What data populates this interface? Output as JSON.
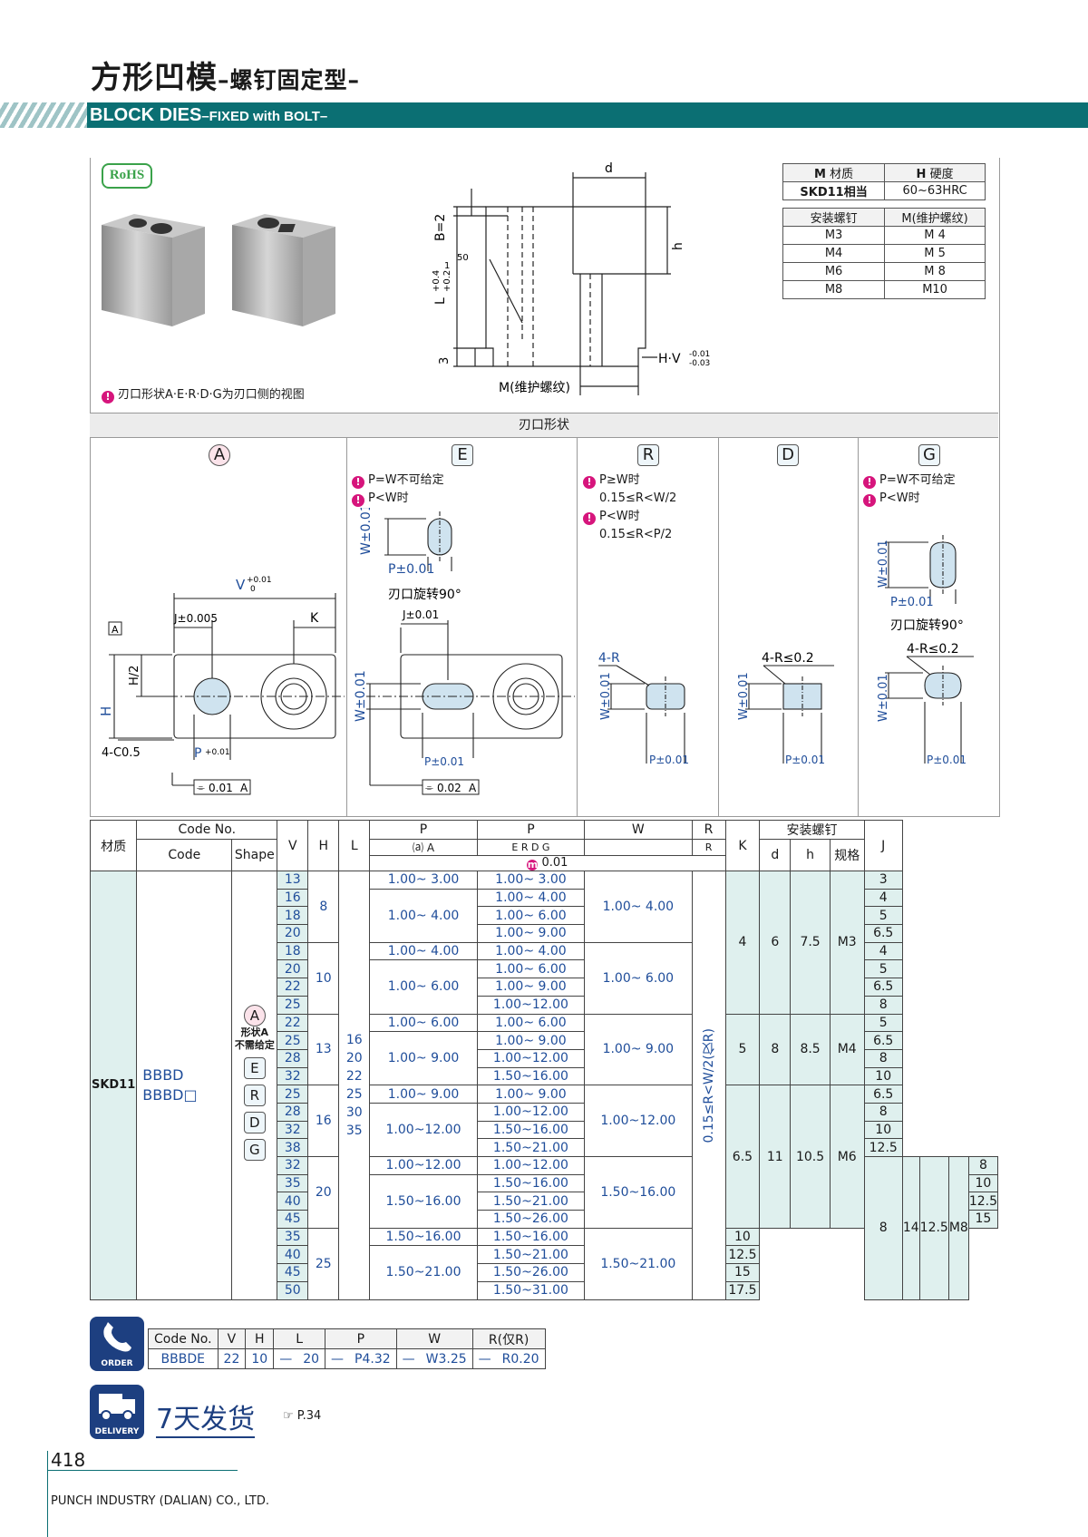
{
  "header": {
    "title_cn": "方形凹模",
    "title_cn_sub": "–螺钉固定型–",
    "title_en": "BLOCK DIES",
    "title_en_sub": "–FIXED with BOLT–"
  },
  "rohs": "RoHS",
  "view_note": "刃口形状A·E·R·D·G为刃口侧的视图",
  "spec": {
    "material_head": "材质",
    "hardness_head": "硬度",
    "material": "SKD11相当",
    "hardness": "60~63HRC",
    "screw_head": "安装螺钉",
    "thread_head": "M(维护螺纹)",
    "rows": [
      [
        "M3",
        "M 4"
      ],
      [
        "M4",
        "M 5"
      ],
      [
        "M6",
        "M 8"
      ],
      [
        "M8",
        "M10"
      ]
    ]
  },
  "drawing": {
    "d": "d",
    "b2": "B=2",
    "h": "h",
    "l": "L",
    "l_tol_up": "+0.4",
    "l_tol_dn": "+0.2",
    "fifty": "50",
    "one": "1",
    "three": "3",
    "hv": "H·V",
    "hv_tol_up": "-0.01",
    "hv_tol_dn": "-0.03",
    "m": "M(维护螺纹)"
  },
  "section_title": "刃口形状",
  "shapes": {
    "a": {
      "label": "A",
      "v": "V",
      "j": "J±0.005",
      "k": "K",
      "h2": "H/2",
      "h": "H",
      "c": "4-C0.5",
      "p": "P",
      "tol_a": "0.01",
      "box_a": "A",
      "tol_up": "+0.01",
      "tol_dn": "0"
    },
    "e": {
      "label": "E",
      "n1": "P=W不可给定",
      "n2": "P<W时",
      "w": "W±0.01",
      "p": "P±0.01",
      "rot": "刃口旋转90°",
      "j": "J±0.01",
      "tol_a": "0.02",
      "box_a": "A"
    },
    "r": {
      "label": "R",
      "n1": "P≥W时",
      "n1b": "0.15≤R<W/2",
      "n2": "P<W时",
      "n2b": "0.15≤R<P/2",
      "r": "4-R",
      "w": "W±0.01",
      "p": "P±0.01"
    },
    "d": {
      "label": "D",
      "r": "4-R≤0.2",
      "w": "W±0.01",
      "p": "P±0.01"
    },
    "g": {
      "label": "G",
      "n1": "P=W不可给定",
      "n2": "P<W时",
      "w": "W±0.01",
      "p": "P±0.01",
      "rot": "刃口旋转90°",
      "r": "4-R≤0.2"
    }
  },
  "table": {
    "h_material": "材质",
    "h_codeno": "Code No.",
    "h_code": "Code",
    "h_shape": "Shape",
    "h_v": "V",
    "h_h": "H",
    "h_l": "L",
    "h_p": "P",
    "h_w": "W",
    "h_r": "R",
    "h_k": "K",
    "h_screw": "安装螺钉",
    "h_d": "d",
    "h_hh": "h",
    "h_spec": "规格",
    "h_j": "J",
    "h_pa": "A",
    "h_pedg": "E R D G",
    "h_rr": "R",
    "h_tol": "0.01",
    "material": "SKD11",
    "code1": "BBBD",
    "code2": "BBBD□",
    "shape_a": "A",
    "shape_note": "形状A\n不需给定",
    "shape_e": "E",
    "shape_r": "R",
    "shape_d": "D",
    "shape_g": "G",
    "l_values": "16\n20\n22\n25\n30\n35",
    "r_text": "0.15≤R<W/2(仅R)",
    "groups": [
      {
        "h": "8",
        "w": "1.00~ 4.00",
        "pa": [
          "1.00~ 3.00",
          "1.00~ 4.00"
        ],
        "rows": [
          [
            "13",
            "1.00~ 3.00",
            "3"
          ],
          [
            "16",
            "1.00~ 4.00",
            "4"
          ],
          [
            "18",
            "1.00~ 6.00",
            "5"
          ],
          [
            "20",
            "1.00~ 9.00",
            "6.5"
          ]
        ]
      },
      {
        "h": "10",
        "w": "1.00~ 6.00",
        "pa": [
          "1.00~ 4.00",
          "1.00~ 6.00"
        ],
        "rows": [
          [
            "18",
            "1.00~ 4.00",
            "4"
          ],
          [
            "20",
            "1.00~ 6.00",
            "5"
          ],
          [
            "22",
            "1.00~ 9.00",
            "6.5"
          ],
          [
            "25",
            "1.00~12.00",
            "8"
          ]
        ]
      },
      {
        "h": "13",
        "w": "1.00~ 9.00",
        "pa": [
          "1.00~ 6.00",
          "1.00~ 9.00"
        ],
        "rows": [
          [
            "22",
            "1.00~ 6.00",
            "5"
          ],
          [
            "25",
            "1.00~ 9.00",
            "6.5"
          ],
          [
            "28",
            "1.00~12.00",
            "8"
          ],
          [
            "32",
            "1.50~16.00",
            "10"
          ]
        ]
      },
      {
        "h": "16",
        "w": "1.00~12.00",
        "pa": [
          "1.00~ 9.00",
          "1.00~12.00"
        ],
        "rows": [
          [
            "25",
            "1.00~ 9.00",
            "6.5"
          ],
          [
            "28",
            "1.00~12.00",
            "8"
          ],
          [
            "32",
            "1.50~16.00",
            "10"
          ],
          [
            "38",
            "1.50~21.00",
            "12.5"
          ]
        ]
      },
      {
        "h": "20",
        "w": "1.50~16.00",
        "pa": [
          "1.00~12.00",
          "1.50~16.00"
        ],
        "rows": [
          [
            "32",
            "1.00~12.00",
            "8"
          ],
          [
            "35",
            "1.50~16.00",
            "10"
          ],
          [
            "40",
            "1.50~21.00",
            "12.5"
          ],
          [
            "45",
            "1.50~26.00",
            "15"
          ]
        ]
      },
      {
        "h": "25",
        "w": "1.50~21.00",
        "pa": [
          "1.50~16.00",
          "1.50~21.00"
        ],
        "rows": [
          [
            "35",
            "1.50~16.00",
            "10"
          ],
          [
            "40",
            "1.50~21.00",
            "12.5"
          ],
          [
            "45",
            "1.50~26.00",
            "15"
          ],
          [
            "50",
            "1.50~31.00",
            "17.5"
          ]
        ]
      }
    ],
    "kgroups": [
      [
        "4",
        "6",
        "7.5",
        "M3"
      ],
      [
        "5",
        "8",
        "8.5",
        "M4"
      ],
      [
        "6.5",
        "11",
        "10.5",
        "M6"
      ],
      [
        "8",
        "14",
        "12.5",
        "M8"
      ]
    ]
  },
  "order": {
    "label": "ORDER",
    "h": [
      "Code No.",
      "V",
      "H",
      "L",
      "P",
      "W",
      "R(仅R)"
    ],
    "v": [
      "BBBDE",
      "22",
      "10",
      "—",
      "20",
      "—",
      "P4.32",
      "—",
      "W3.25",
      "—",
      "R0.20"
    ]
  },
  "delivery": {
    "label": "DELIVERY",
    "text": "7天发货",
    "ref": "P.34"
  },
  "footer": {
    "page": "418",
    "company": "PUNCH INDUSTRY (DALIAN) CO., LTD."
  }
}
